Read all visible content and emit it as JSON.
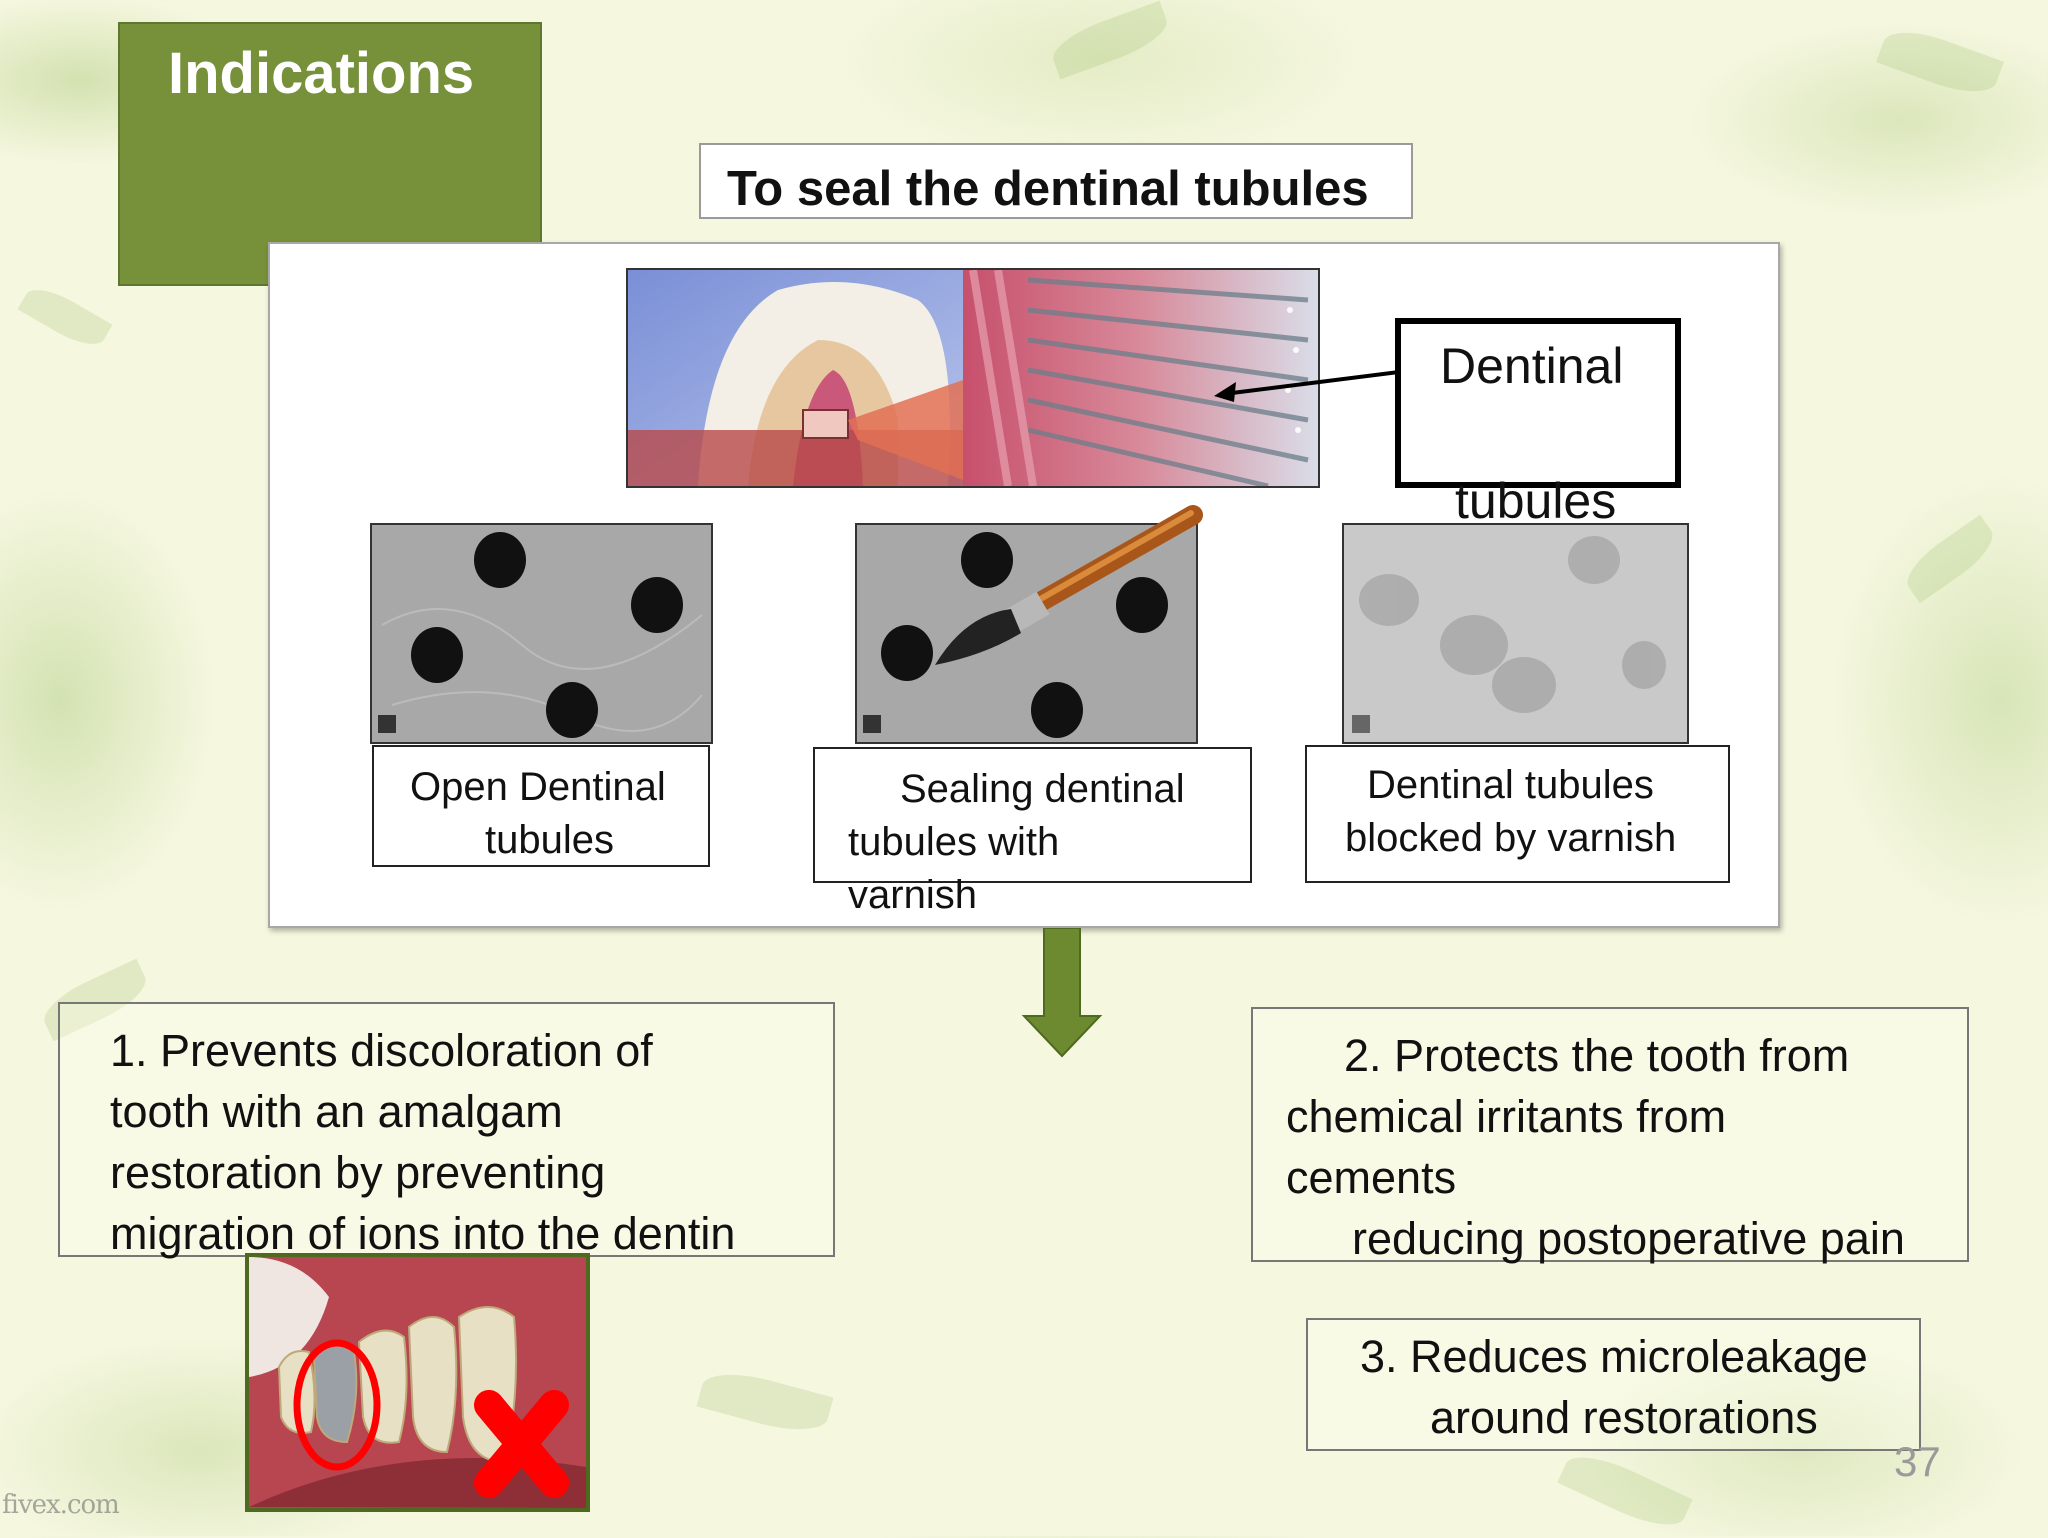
{
  "slide": {
    "title": "Indications",
    "subtitle": "To seal the dentinal tubules",
    "page_number": "37",
    "watermark": "fivex.com"
  },
  "diagram": {
    "label_line1": "Dentinal",
    "label_line2": "tubules",
    "captions": [
      {
        "line1": "Open Dentinal",
        "line2": "tubules"
      },
      {
        "line1": "Sealing dentinal",
        "line2": "tubules with",
        "line3": "varnish"
      },
      {
        "line1": "Dentinal tubules",
        "line2": "blocked by varnish"
      }
    ]
  },
  "points": [
    {
      "lines": [
        "1. Prevents discoloration of",
        "tooth  with an amalgam",
        "restoration by  preventing",
        "migration of ions into the dentin"
      ]
    },
    {
      "lines": [
        "2. Protects the tooth from",
        "chemical irritants from",
        "cements",
        "reducing postoperative pain"
      ]
    },
    {
      "lines": [
        "3. Reduces microleakage",
        "around restorations"
      ]
    }
  ],
  "colors": {
    "title_bg": "#77913a",
    "arrow": "#6d8a30",
    "background": "#f5f7df"
  }
}
